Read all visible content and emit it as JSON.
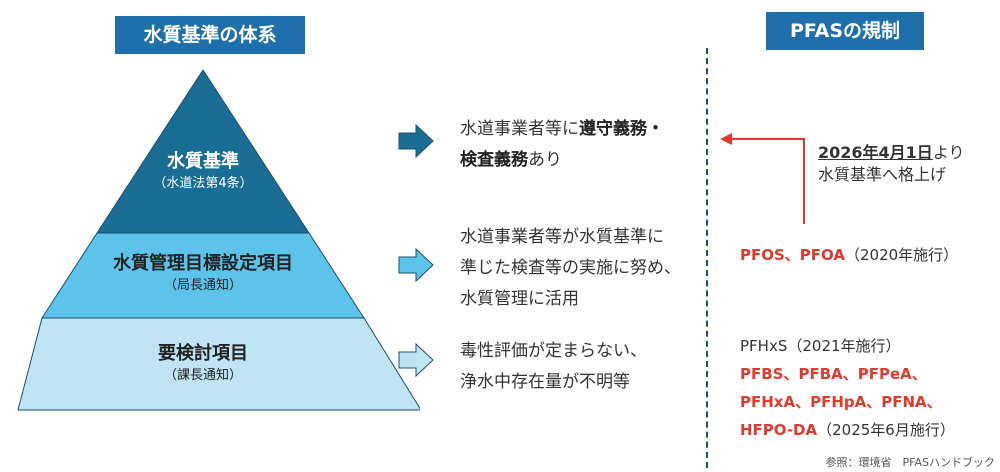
{
  "left_header": "水質基準の体系",
  "right_header": "PFASの規制",
  "tiers": [
    {
      "title": "水質基準",
      "sub": "（水道法第4条）"
    },
    {
      "title": "水質管理目標設定項目",
      "sub": "（局長通知）"
    },
    {
      "title": "要検討項目",
      "sub": "（課長通知）"
    }
  ],
  "descriptions": {
    "d1": {
      "pre": "水道事業者等に",
      "bold1": "遵守義務・",
      "bold2": "検査義務",
      "post": "あり"
    },
    "d2": {
      "l1": "水道事業者等が水質基準に",
      "l2": "準じた検査等の実施に努め、",
      "l3": "水質管理に活用"
    },
    "d3": {
      "l1": "毒性評価が定まらない、",
      "l2": "浄水中存在量が不明等"
    }
  },
  "note": {
    "date": "2026年4月1日",
    "post": "より",
    "l2": "水質基準へ格上げ"
  },
  "pfas": {
    "tier2": {
      "red": "PFOS、PFOA",
      "plain": "（2020年施行）"
    },
    "tier3_l1": {
      "plain": "PFHxS（2021年施行）"
    },
    "tier3_l2": {
      "red": "PFBS、PFBA、PFPeA、"
    },
    "tier3_l3": {
      "red": "PFHxA、PFHpA、PFNA、"
    },
    "tier3_l4": {
      "red": "HFPO-DA",
      "plain": "（2025年6月施行）"
    }
  },
  "footer": "参照：環境省　PFASハンドブック",
  "colors": {
    "header_bg": "#1f6fab",
    "tier1": "#1a6d94",
    "tier2": "#5cc4ea",
    "tier3": "#bfe5f5",
    "arrow_dark": "#1a6d94",
    "arrow_light": "#5cc4ea",
    "red": "#e03a2f"
  }
}
